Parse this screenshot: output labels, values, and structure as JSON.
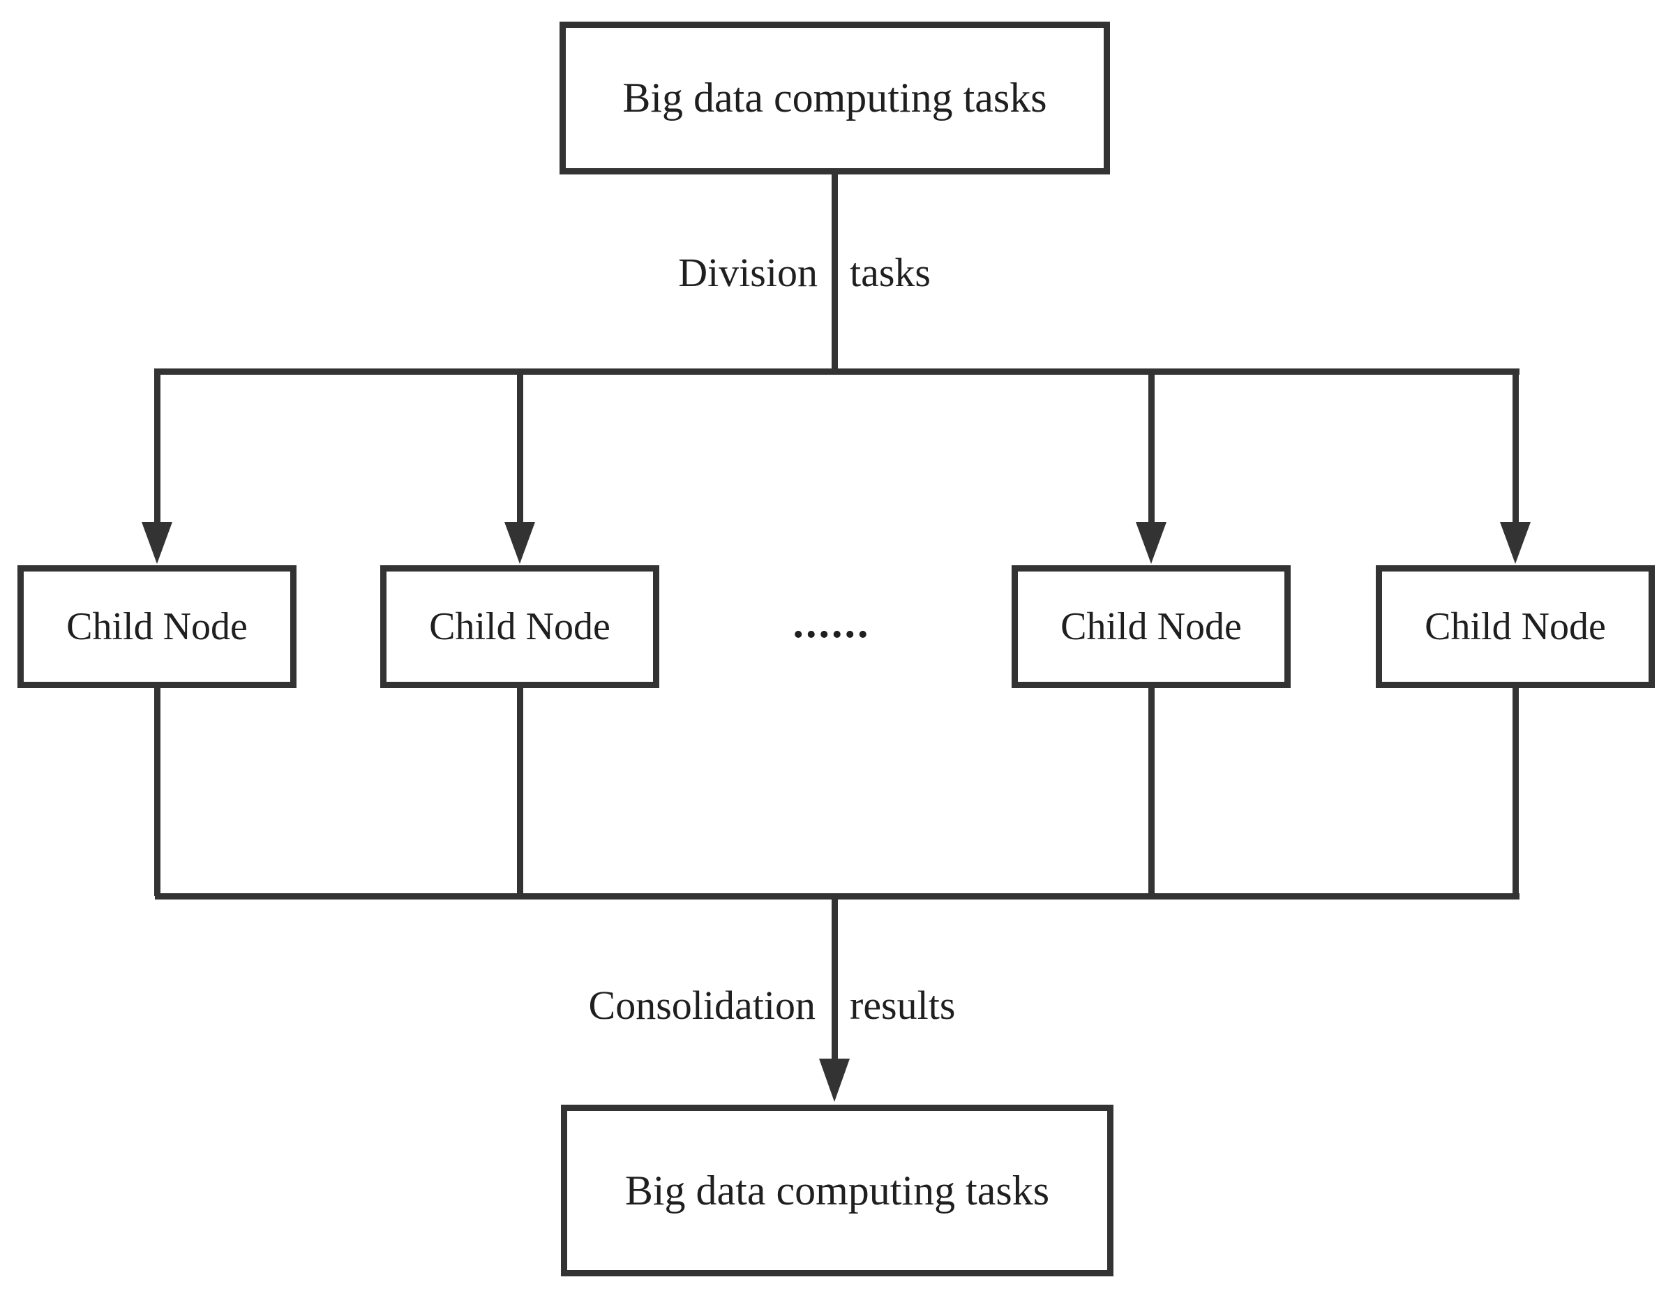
{
  "diagram": {
    "top_box_label": "Big data computing tasks",
    "division_label": {
      "left": "Division",
      "right": "tasks"
    },
    "child_nodes": [
      "Child Node",
      "Child Node",
      "Child Node",
      "Child Node"
    ],
    "ellipsis": "......",
    "consolidation_label": {
      "left": "Consolidation",
      "right": "results"
    },
    "bottom_box_label": "Big data computing tasks",
    "colors": {
      "line": "#333333",
      "text": "#1f1f1f",
      "background": "#ffffff"
    }
  }
}
